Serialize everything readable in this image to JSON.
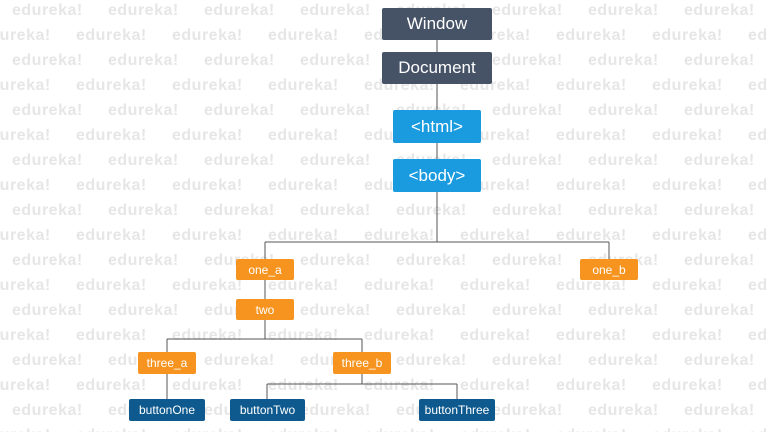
{
  "watermark": {
    "text": "edureka!"
  },
  "tree": {
    "window": "Window",
    "document": "Document",
    "html": "<html>",
    "body": "<body>",
    "one_a": "one_a",
    "one_b": "one_b",
    "two": "two",
    "three_a": "three_a",
    "three_b": "three_b",
    "buttonOne": "buttonOne",
    "buttonTwo": "buttonTwo",
    "buttonThree": "buttonThree"
  },
  "colors": {
    "top_nodes": "#465367",
    "element_nodes": "#1a9be0",
    "intermediate_nodes": "#f6941f",
    "leaf_nodes": "#0e5a8f",
    "connector": "#555555"
  }
}
